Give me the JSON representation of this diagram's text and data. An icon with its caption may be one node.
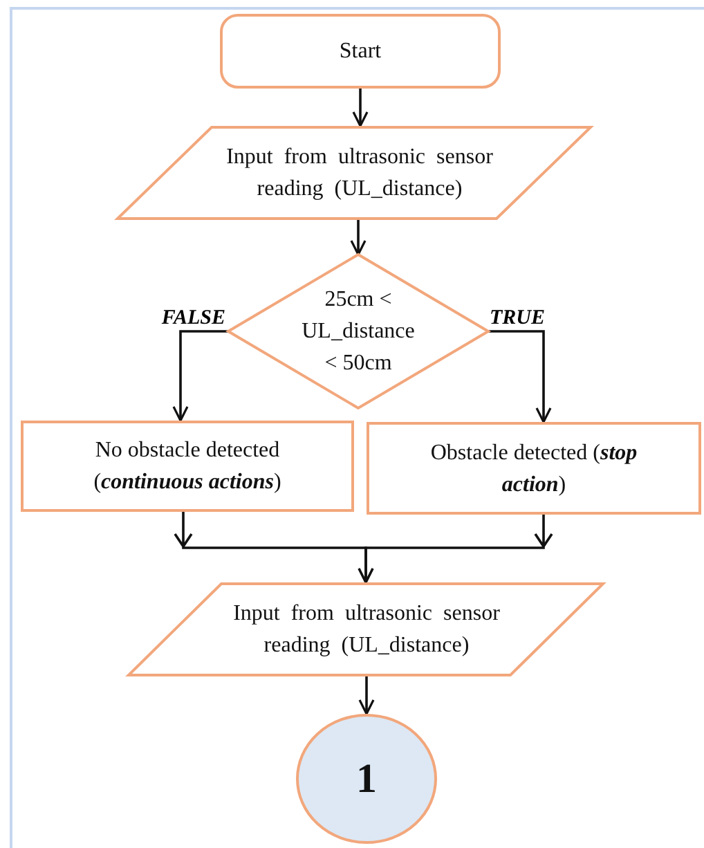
{
  "diagram": {
    "nodes": [
      {
        "text": [
          "Start"
        ]
      },
      {
        "text": [
          "Input from ultrasonic sensor reading (UL_distance)"
        ]
      },
      {
        "text": [
          "25cm < UL_distance < 50cm"
        ]
      },
      {
        "text": [
          "No obstacle detected (**continuous actions**)"
        ]
      },
      {
        "text": [
          "Obstacle detected (**stop action**)"
        ]
      },
      {
        "text": [
          "Input from ultrasonic sensor reading (UL_distance)"
        ]
      },
      {
        "text": [
          "1"
        ]
      }
    ],
    "edges": [
      {
        "from": 0,
        "to": 1,
        "arrow": "to"
      },
      {
        "from": 1,
        "to": 2,
        "arrow": "to"
      },
      {
        "from": 2,
        "to": 3,
        "arrow": "to",
        "label": "FALSE"
      },
      {
        "from": 2,
        "to": 4,
        "arrow": "to",
        "label": "TRUE"
      },
      {
        "from": 3,
        "to": 5,
        "arrow": "to"
      },
      {
        "from": 4,
        "to": 5,
        "arrow": "to"
      },
      {
        "from": 5,
        "to": 6,
        "arrow": "to"
      }
    ]
  }
}
